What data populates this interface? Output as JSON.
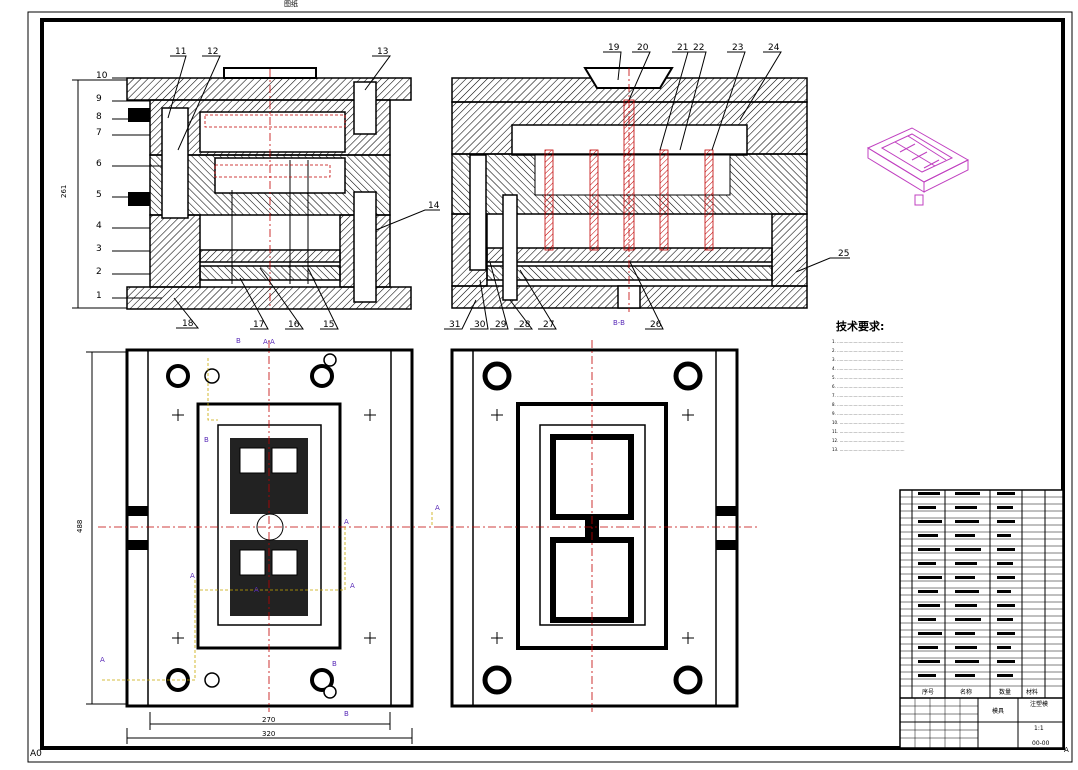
{
  "drawing": {
    "corner_label_left": "A0",
    "corner_label_right": "A",
    "top_stub": "图纸",
    "front_view": {
      "height_dim": "261",
      "part_numbers_left": [
        "1",
        "2",
        "3",
        "4",
        "5",
        "6",
        "7",
        "8",
        "9",
        "10"
      ],
      "part_numbers_top": [
        "11",
        "12",
        "13"
      ],
      "part_numbers_right": [
        "14"
      ],
      "part_numbers_bottom": [
        "18",
        "17",
        "16",
        "15"
      ]
    },
    "side_view": {
      "part_numbers_top": [
        "19",
        "20",
        "21",
        "22",
        "23",
        "24"
      ],
      "part_numbers_right": [
        "25"
      ],
      "part_numbers_bottom": [
        "31",
        "30",
        "29",
        "28",
        "27",
        "26"
      ],
      "section_label": "B-B"
    },
    "plan_view": {
      "section_label": "A-A",
      "height_dim": "488",
      "inner_width_dim": "270",
      "outer_width_dim": "320",
      "cut_markers": [
        "A",
        "A",
        "A",
        "A",
        "A",
        "A",
        "B",
        "B",
        "B",
        "B",
        "B"
      ]
    },
    "tech_requirements": {
      "title": "技术要求:",
      "items": [
        "1. ....................................................",
        "2. ....................................................",
        "3. ....................................................",
        "4. ....................................................",
        "5. ....................................................",
        "6. ....................................................",
        "7. ....................................................",
        "8. ....................................................",
        "9. ....................................................",
        "10. ...................................................",
        "11. ...................................................",
        "12. ...................................................",
        "13. ..................................................."
      ]
    },
    "title_block": {
      "col_headers": [
        "序号",
        "名称",
        "数量",
        "材料"
      ],
      "scale_label": "1:1",
      "drawing_title": "注塑模",
      "drawing_number": "00-00",
      "mold_label": "模具"
    }
  }
}
